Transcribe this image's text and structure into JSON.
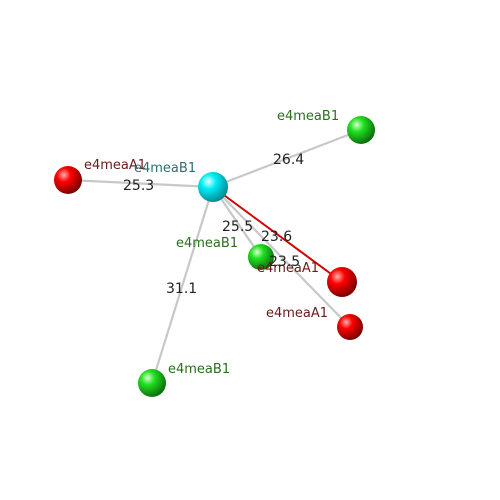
{
  "colors": {
    "center_atom": "#00e6ee",
    "red_atom": "#ff0000",
    "green_atom": "#22dd22",
    "bond": "#cfcfcf",
    "highlight_bond": "#dd0000",
    "label_red": "#6b1a1a",
    "label_green": "#2a6e1e",
    "label_cyan": "#2e6e74"
  },
  "atoms": {
    "center": {
      "label": "e4meaB1",
      "element_color": "cyan"
    },
    "green_top_right": {
      "label": "e4meaB1",
      "element_color": "green"
    },
    "red_left": {
      "label": "e4meaA1",
      "element_color": "red"
    },
    "green_middle": {
      "label": "e4meaB1",
      "element_color": "green"
    },
    "red_middle": {
      "label": "e4meaA1",
      "element_color": "red"
    },
    "red_lower": {
      "label": "e4meaA1",
      "element_color": "red"
    },
    "green_bottom": {
      "label": "e4meaB1",
      "element_color": "green"
    }
  },
  "distances": {
    "to_green_top_right": "26.4",
    "to_red_left": "25.3",
    "to_green_middle": "25.5",
    "to_red_middle": "23.6",
    "to_red_lower": "23.5",
    "to_green_bottom": "31.1"
  }
}
